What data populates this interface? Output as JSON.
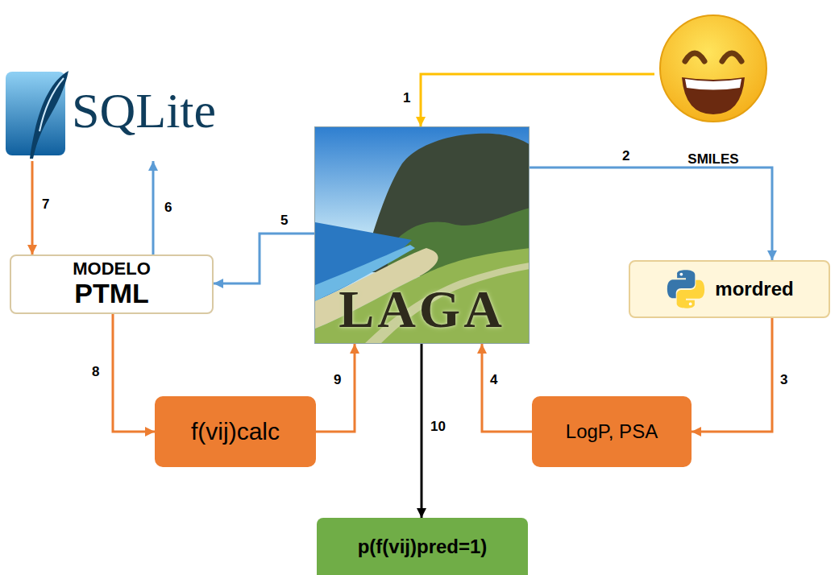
{
  "diagram": {
    "nodes": [
      {
        "text": [
          "SQLite"
        ]
      },
      {
        "text": [
          "SMILES"
        ]
      },
      {
        "text": [
          "LAGA"
        ]
      },
      {
        "text": [
          "MODELO",
          "PTML"
        ]
      },
      {
        "text": [
          "mordred"
        ]
      },
      {
        "text": [
          "f(vij)calc"
        ]
      },
      {
        "text": [
          "LogP, PSA"
        ]
      },
      {
        "text": [
          "p(f(vij)pred=1)"
        ]
      }
    ],
    "edges": [
      {
        "from": 1,
        "to": 2,
        "arrow": "to",
        "label": "1"
      },
      {
        "from": 2,
        "to": 4,
        "arrow": "to",
        "label": "2"
      },
      {
        "from": 4,
        "to": 6,
        "arrow": "to",
        "label": "3"
      },
      {
        "from": 6,
        "to": 2,
        "arrow": "to",
        "label": "4"
      },
      {
        "from": 2,
        "to": 3,
        "arrow": "to",
        "label": "5"
      },
      {
        "from": 3,
        "to": 0,
        "arrow": "to",
        "label": "6"
      },
      {
        "from": 0,
        "to": 3,
        "arrow": "to",
        "label": "7"
      },
      {
        "from": 3,
        "to": 5,
        "arrow": "to",
        "label": "8"
      },
      {
        "from": 5,
        "to": 2,
        "arrow": "to",
        "label": "9"
      },
      {
        "from": 2,
        "to": 7,
        "arrow": "to",
        "label": "10"
      }
    ]
  }
}
